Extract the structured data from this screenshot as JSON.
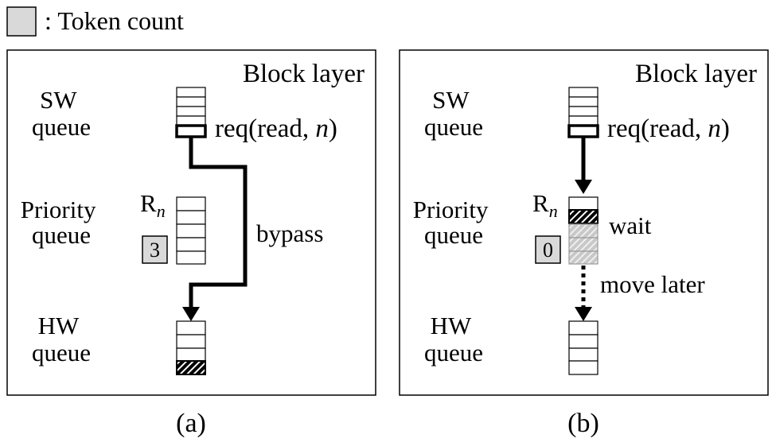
{
  "legend": {
    "text": ": Token count"
  },
  "panel_a": {
    "layer_title": "Block layer",
    "sw_queue_label": [
      "SW",
      "queue"
    ],
    "priority_queue_label": [
      "Priority",
      "queue"
    ],
    "hw_queue_label": [
      "HW",
      "queue"
    ],
    "request_label": {
      "prefix": "req(read, ",
      "var": "n",
      "suffix": ")"
    },
    "rn_label": {
      "base": "R",
      "sub": "n"
    },
    "token_count": "3",
    "path_label": "bypass",
    "caption": "(a)"
  },
  "panel_b": {
    "layer_title": "Block layer",
    "sw_queue_label": [
      "SW",
      "queue"
    ],
    "priority_queue_label": [
      "Priority",
      "queue"
    ],
    "hw_queue_label": [
      "HW",
      "queue"
    ],
    "request_label": {
      "prefix": "req(read, ",
      "var": "n",
      "suffix": ")"
    },
    "rn_label": {
      "base": "R",
      "sub": "n"
    },
    "token_count": "0",
    "wait_label": "wait",
    "move_label": "move later",
    "caption": "(b)"
  },
  "colors": {
    "token_box_fill": "#d9d9d9",
    "waiting_cell_fill": "#cfcfcf",
    "stroke": "#000000"
  }
}
